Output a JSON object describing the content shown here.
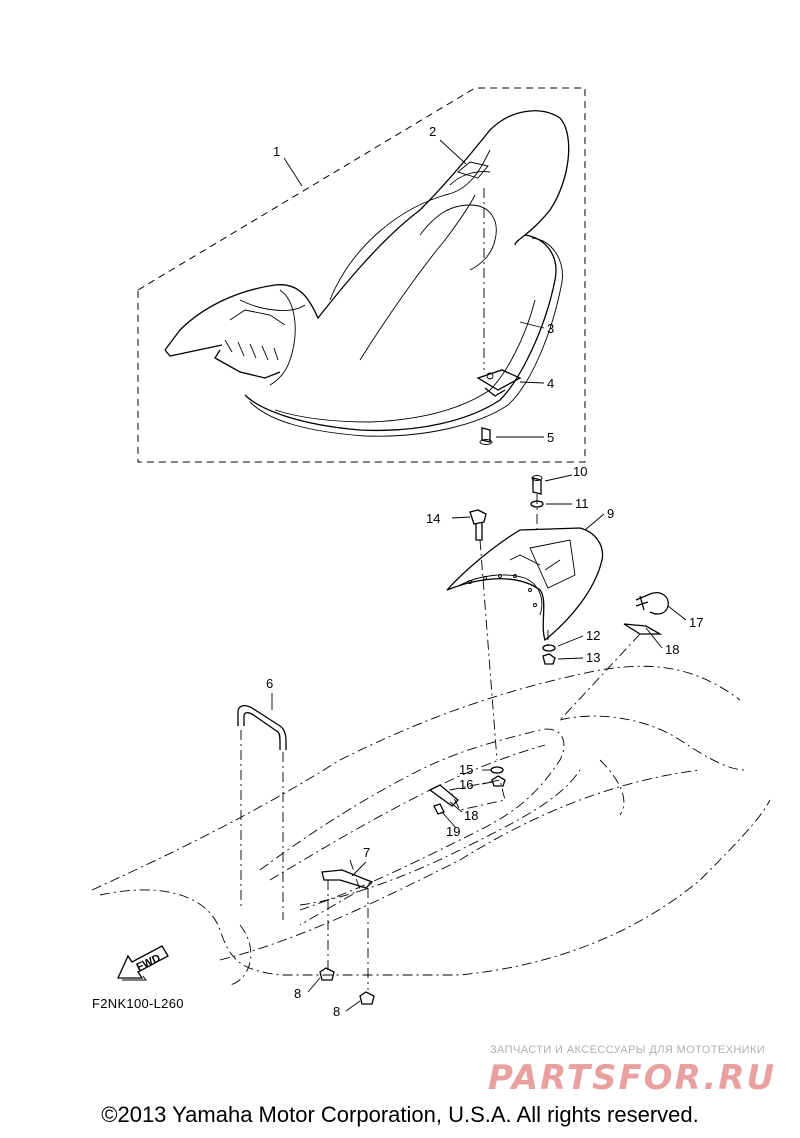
{
  "callouts": {
    "c1": "1",
    "c2": "2",
    "c3": "3",
    "c4": "4",
    "c5": "5",
    "c6": "6",
    "c7": "7",
    "c8a": "8",
    "c8b": "8",
    "c9": "9",
    "c10": "10",
    "c11": "11",
    "c12": "12",
    "c13": "13",
    "c14": "14",
    "c15": "15",
    "c16": "16",
    "c17": "17",
    "c18a": "18",
    "c18b": "18",
    "c19": "19"
  },
  "fwd_label": "FWD",
  "diagram_code": "F2NK100-L260",
  "watermark": {
    "tagline": "ЗАПЧАСТИ И АКСЕССУАРЫ ДЛЯ МОТОТЕХНИКИ",
    "logo": "PARTSFOR.RU"
  },
  "copyright": "©2013 Yamaha Motor Corporation, U.S.A. All rights reserved.",
  "colors": {
    "line": "#000000",
    "watermark_text": "#b0b0b0",
    "watermark_logo": "#e8a0a0"
  }
}
